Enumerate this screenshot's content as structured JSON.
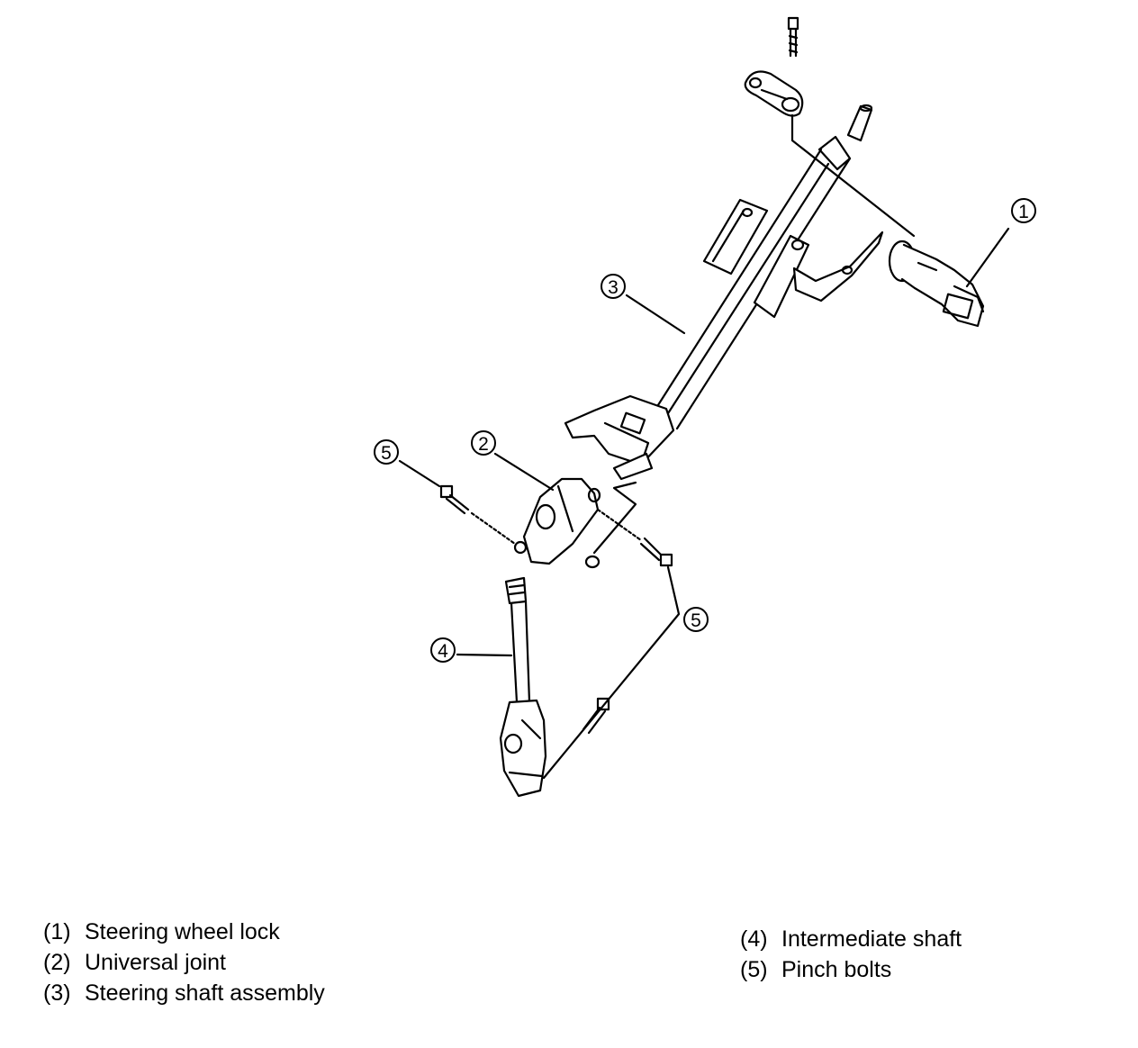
{
  "callouts": {
    "c1": "1",
    "c2": "2",
    "c3": "3",
    "c4": "4",
    "c5a": "5",
    "c5b": "5"
  },
  "legend": {
    "left": [
      {
        "num": "(1)",
        "text": "Steering wheel lock"
      },
      {
        "num": "(2)",
        "text": "Universal joint"
      },
      {
        "num": "(3)",
        "text": "Steering shaft assembly"
      }
    ],
    "right": [
      {
        "num": "(4)",
        "text": "Intermediate shaft"
      },
      {
        "num": "(5)",
        "text": "Pinch bolts"
      }
    ]
  }
}
